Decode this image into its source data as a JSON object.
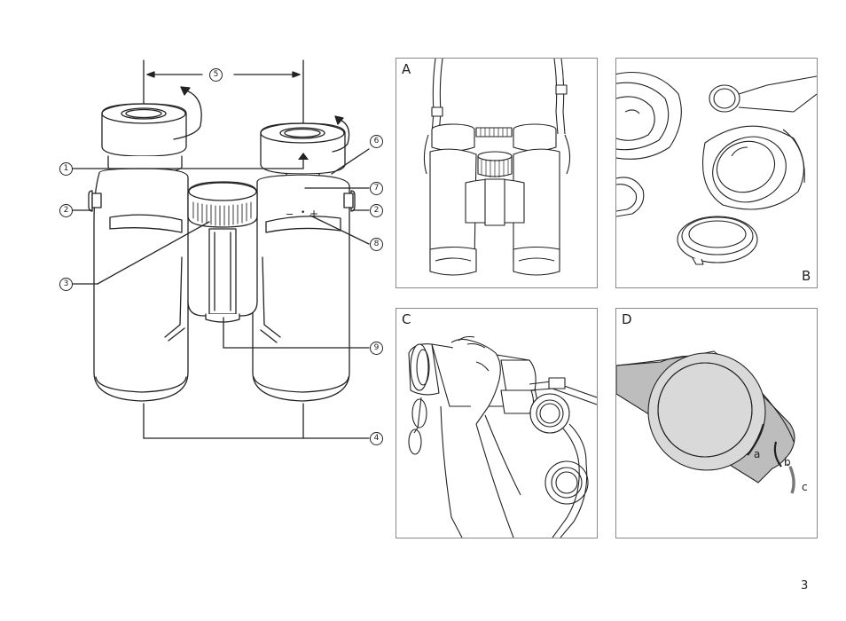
{
  "page": {
    "number": "3"
  },
  "overview": {
    "callouts": {
      "c1": "1",
      "c2_left": "2",
      "c2_right": "2",
      "c3": "3",
      "c4": "4",
      "c5": "5",
      "c6": "6",
      "c7": "7",
      "c8": "8",
      "c9": "9"
    },
    "diopter_minus": "−",
    "diopter_plus": "+"
  },
  "panels": {
    "A": {
      "letter": "A"
    },
    "B": {
      "letter": "B"
    },
    "C": {
      "letter": "C"
    },
    "D": {
      "letter": "D",
      "labels": {
        "a": "a",
        "b": "b",
        "c": "c"
      }
    }
  },
  "colors": {
    "line": "#222222",
    "panel_border": "#8a8a8a",
    "fill_gray": "#d9d9d9",
    "strap_gray": "#bdbdbd"
  }
}
